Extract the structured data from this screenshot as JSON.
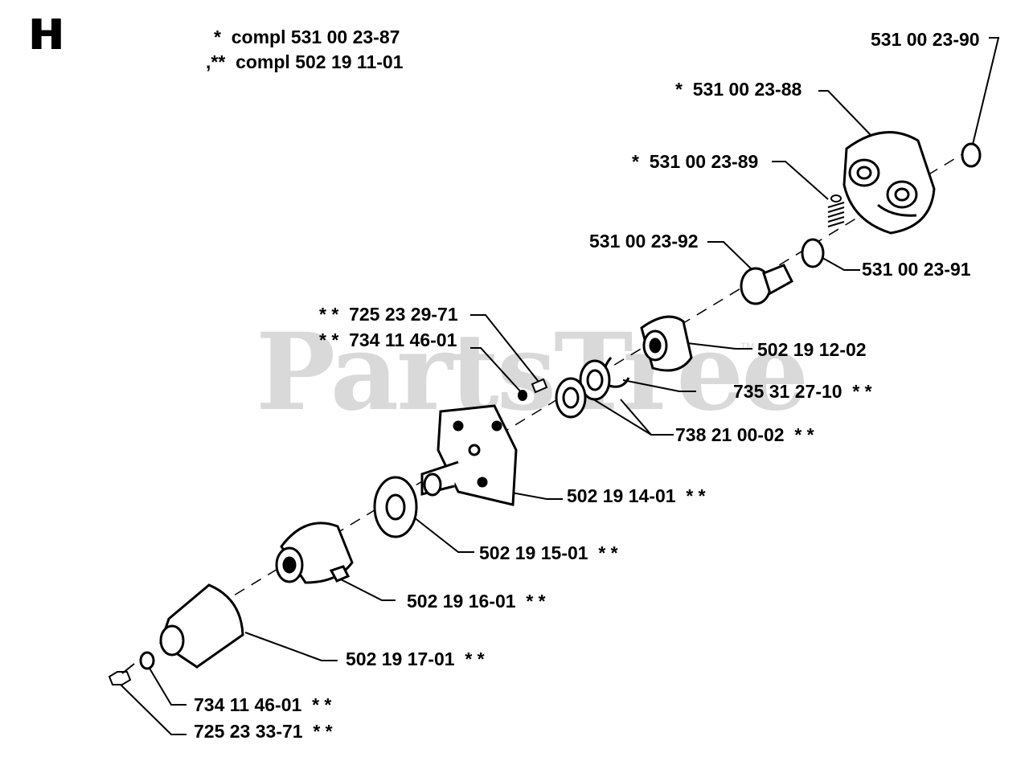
{
  "watermark": "PartsTree",
  "watermark_tm": "TM",
  "section_letter": "H",
  "kits": [
    {
      "label": "*  compl 531 00 23-87"
    },
    {
      "label": ",**  compl 502 19 11-01"
    }
  ],
  "parts": [
    {
      "label": "531 00 23-90"
    },
    {
      "label": "*  531 00 23-88"
    },
    {
      "label": "*  531 00 23-89"
    },
    {
      "label": "531 00 23-92"
    },
    {
      "label": "531 00 23-91"
    },
    {
      "label": "* *  725 23 29-71"
    },
    {
      "label": "* *  734 11 46-01"
    },
    {
      "label": "502 19 12-02"
    },
    {
      "label": "735 31 27-10  * *"
    },
    {
      "label": "738 21 00-02  * *"
    },
    {
      "label": "502 19 14-01  * *"
    },
    {
      "label": "502 19 15-01  * *"
    },
    {
      "label": "502 19 16-01  * *"
    },
    {
      "label": "502 19 17-01  * *"
    },
    {
      "label": "734 11 46-01  * *"
    },
    {
      "label": "725 23 33-71  * *"
    }
  ]
}
